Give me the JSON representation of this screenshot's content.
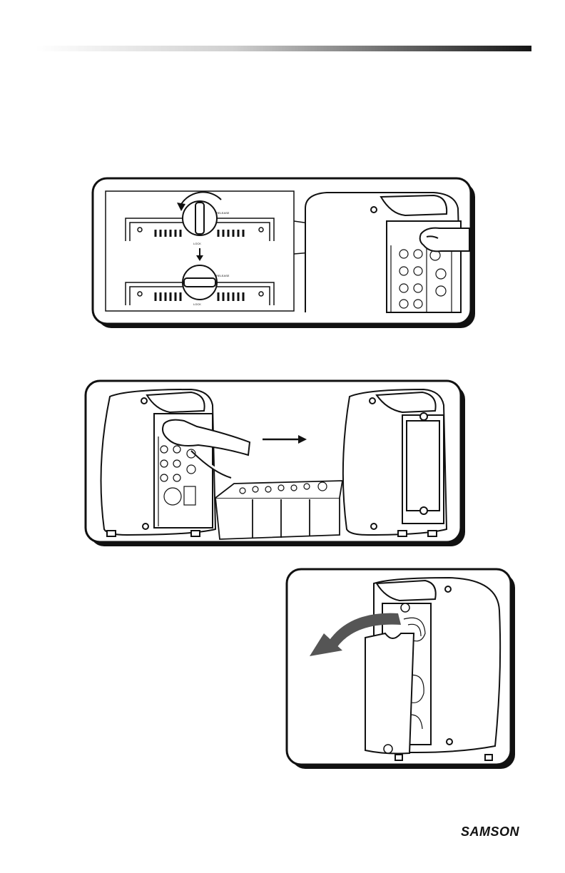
{
  "page": {
    "brand_logo": "SAMSON",
    "accent_gradient": [
      "#ffffff",
      "#1a1a1a"
    ]
  },
  "figure1": {
    "icon": "lock-knob-rotation-icon",
    "knob_label_left": "LOCK",
    "knob_label_right": "RELEASE",
    "knob_label_left_2": "LOCK",
    "knob_label_right_2": "RELEASE"
  },
  "figure2": {
    "icon": "mixer-removal-icon"
  },
  "figure3": {
    "icon": "rear-cover-removal-icon"
  }
}
